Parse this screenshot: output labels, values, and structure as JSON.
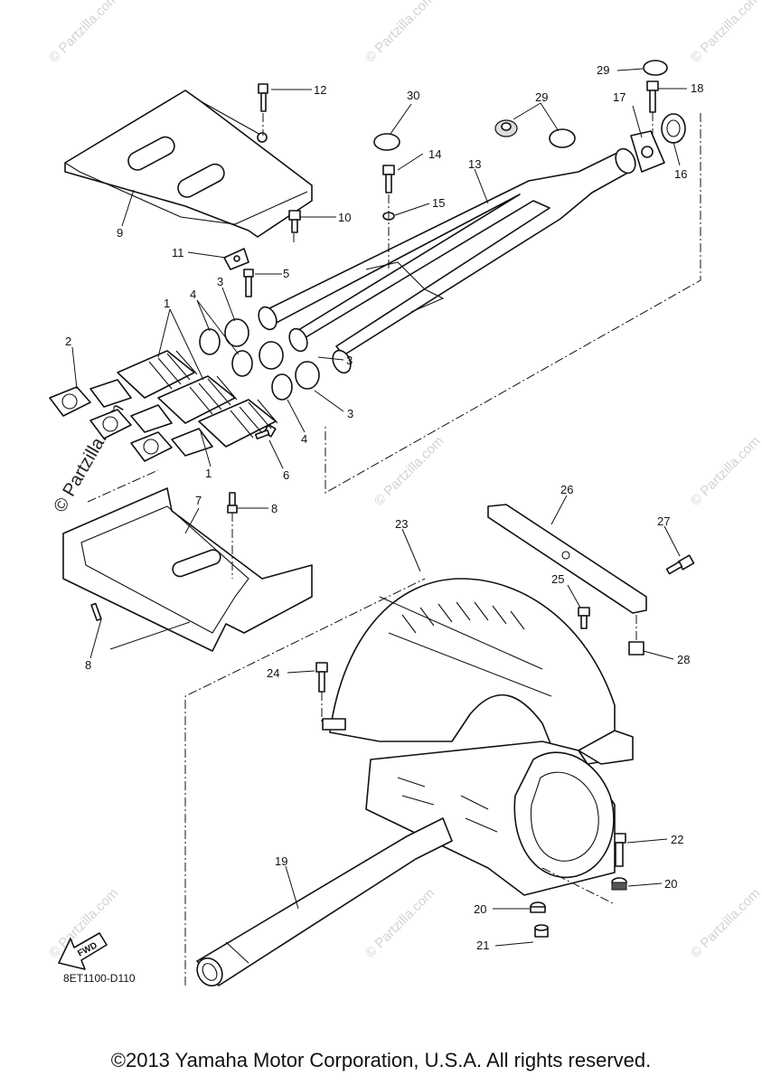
{
  "diagram": {
    "callouts": [
      "1",
      "2",
      "3",
      "4",
      "5",
      "6",
      "7",
      "8",
      "9",
      "10",
      "11",
      "12",
      "13",
      "14",
      "15",
      "16",
      "17",
      "18",
      "19",
      "20",
      "21",
      "22",
      "23",
      "24",
      "25",
      "26",
      "27",
      "28",
      "29",
      "30"
    ],
    "diagram_code": "8ET1100-D110",
    "fwd_label": "FWD",
    "watermark": "© Partzilla.com",
    "copyright": "©2013 Yamaha Motor Corporation, U.S.A. All rights reserved."
  }
}
